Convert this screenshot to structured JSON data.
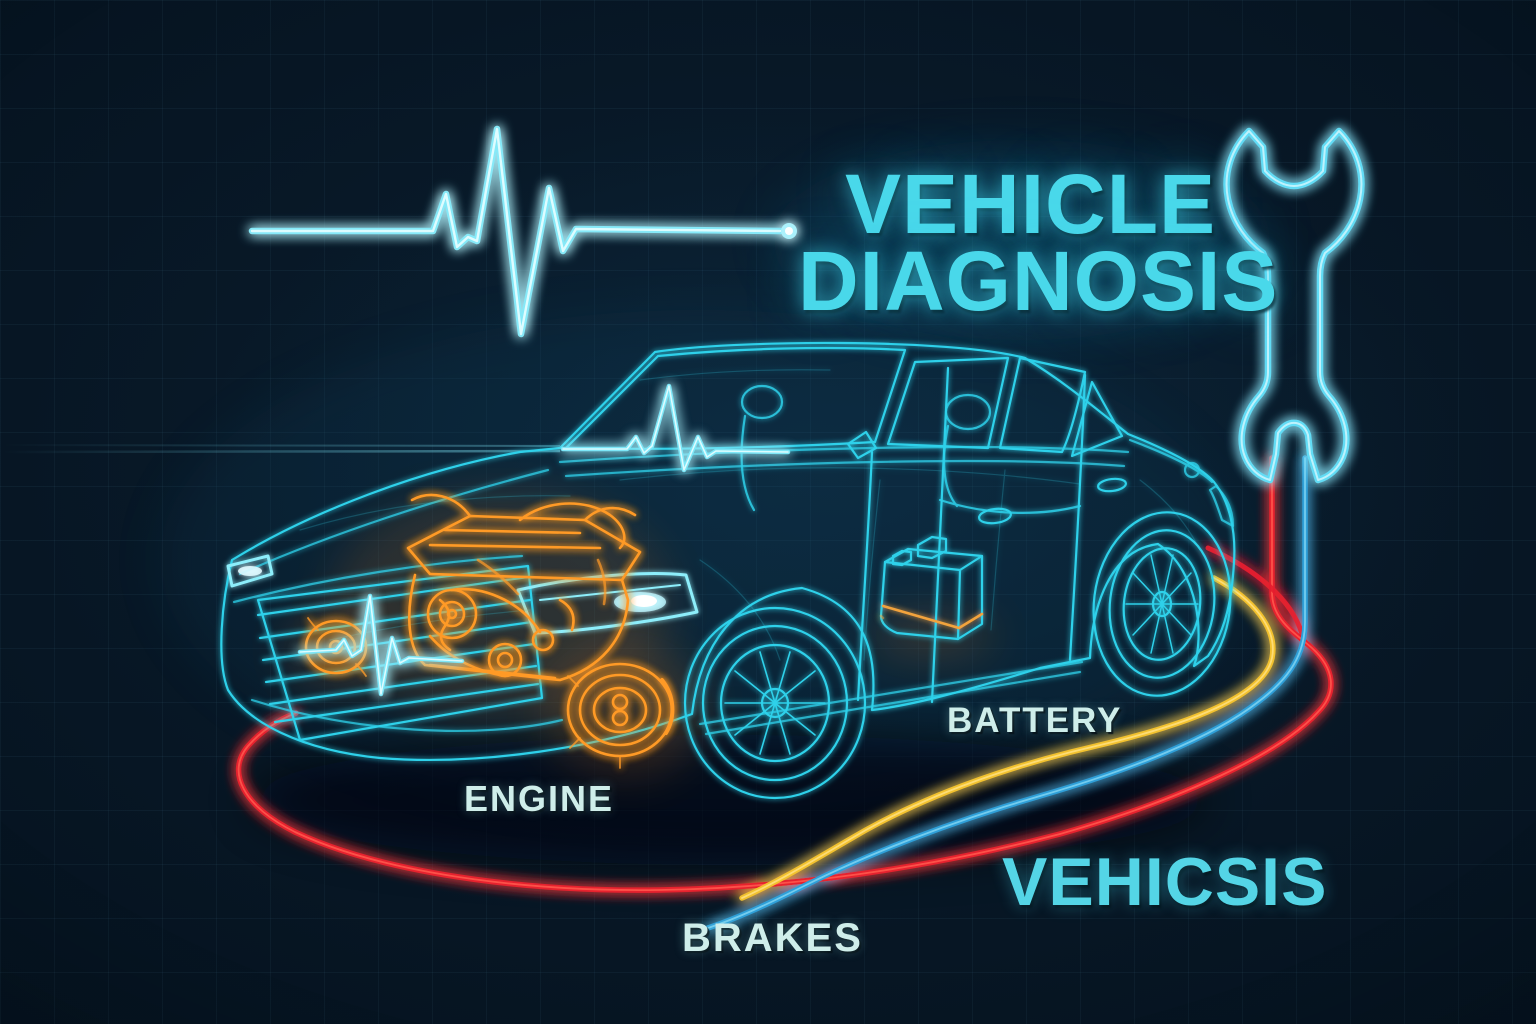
{
  "scene": {
    "title": {
      "line1": "VEHICLE",
      "line2": "DIAGNOSIS"
    },
    "labels": {
      "engine": "ENGINE",
      "battery": "BATTERY",
      "brakes": "BRAKES",
      "brand": "VEHICSIS"
    },
    "icons": [
      "heartbeat-pulse-icon",
      "windshield-pulse-icon",
      "grille-pulse-icon",
      "wrench-icon",
      "car-wireframe",
      "engine-glow-icon",
      "brake-disc-icon",
      "battery-icon",
      "red-diagnostic-cable",
      "blue-diagnostic-cable",
      "yellow-diagnostic-cable"
    ],
    "colors": {
      "background": "#071624",
      "neon_cyan": "#3fd8f0",
      "title_cyan": "#49d8ea",
      "label_mint": "#cfeeea",
      "brand_cyan": "#54d5e6",
      "engine_orange": "#ff9a26",
      "cable_red": "#e6202e",
      "cable_yellow": "#f2c12d",
      "cable_blue": "#2f9fd8",
      "headlight_white": "#eafeff"
    }
  }
}
